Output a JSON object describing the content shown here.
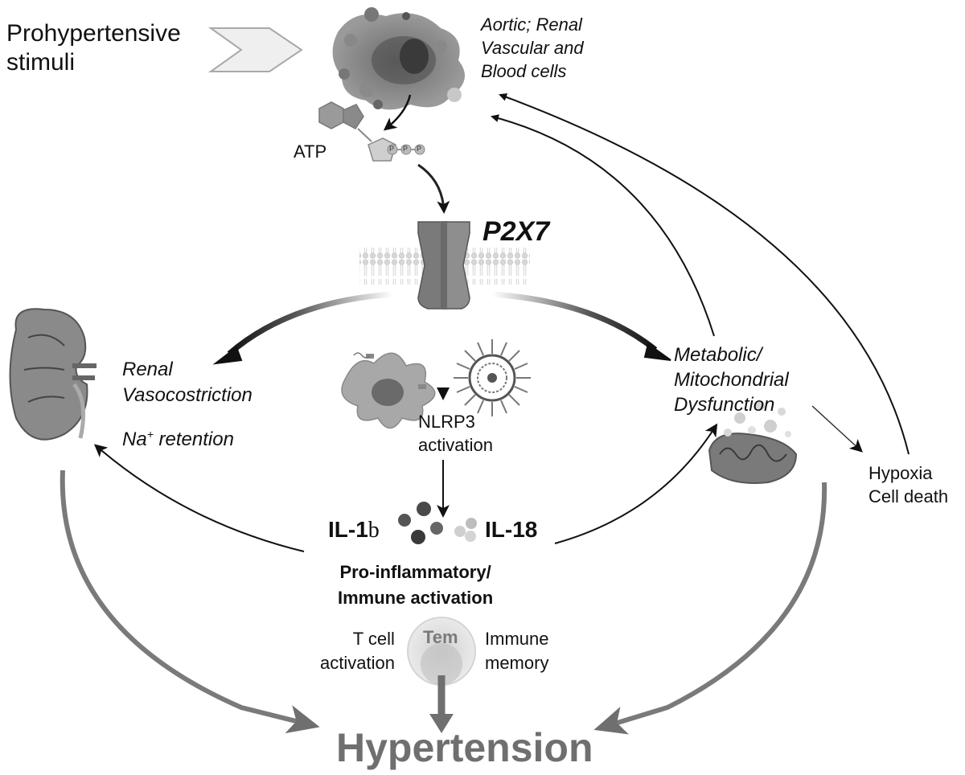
{
  "stimuli_label": "Prohypertensive\nstimuli",
  "cells_label": "Aortic; Renal\nVascular and\nBlood cells",
  "atp_label": "ATP",
  "phosphate_label": "P",
  "p2x7_label": "P2X7",
  "renal_label": "Renal\nVasocostriction",
  "na_prefix": "Na",
  "na_sup": "+",
  "na_suffix": " retention",
  "nlrp3_label": "NLRP3\nactivation",
  "metabolic_label": "Metabolic/\nMitochondrial\nDysfunction",
  "hypoxia_label": "Hypoxia\nCell death",
  "il1b_label": "IL-1",
  "il1b_suffix": "b",
  "il18_label": "IL-18",
  "proinflammatory_label": "Pro-inflammatory/\nImmune activation",
  "tcell_label": "T cell\nactivation",
  "tem_label": "Tem",
  "immune_memory_label": "Immune\nmemory",
  "hypertension_label": "Hypertension"
}
